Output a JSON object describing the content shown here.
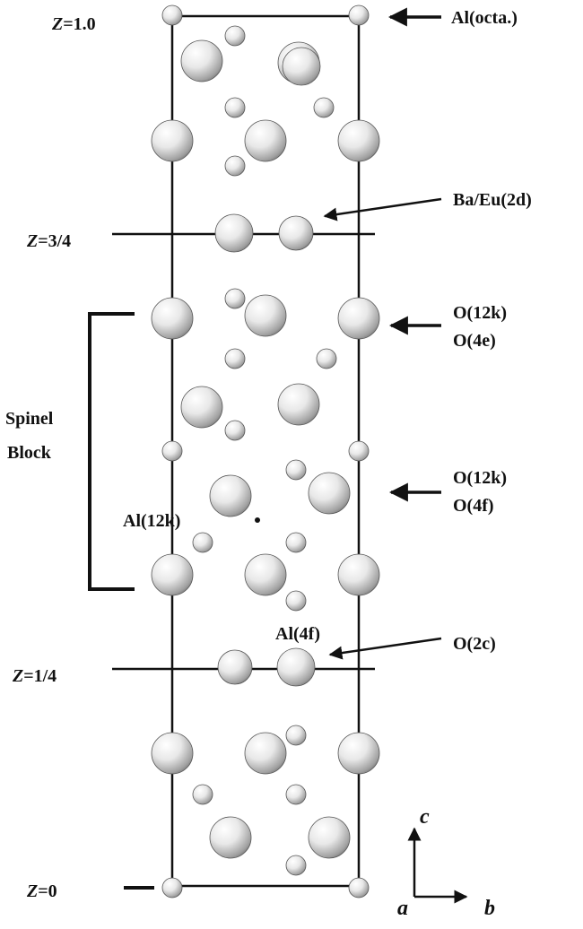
{
  "z_levels": [
    {
      "key": "z1",
      "label_italic": "Z",
      "label_rest": "=1.0"
    },
    {
      "key": "z34",
      "label_italic": "Z",
      "label_rest": "=3/4"
    },
    {
      "key": "z14",
      "label_italic": "Z",
      "label_rest": "=1/4"
    },
    {
      "key": "z0",
      "label_italic": "Z",
      "label_rest": "=0"
    }
  ],
  "site_labels": {
    "al_octa": "Al(octa.)",
    "ba_eu": "Ba/Eu(2d)",
    "o12k_a": "O(12k)",
    "o4e": "O(4e)",
    "o12k_b": "O(12k)",
    "o4f": "O(4f)",
    "al12k": "Al(12k)",
    "al4f": "Al(4f)",
    "o2c": "O(2c)"
  },
  "spinel_block": {
    "line1": "Spinel",
    "line2": "Block"
  },
  "axes": {
    "c": "c",
    "a": "a",
    "b": "b"
  },
  "colors": {
    "line": "#111111",
    "atom_light": "#ffffff",
    "atom_mid": "#c8c8c8",
    "atom_dark": "#6e6e6e"
  }
}
